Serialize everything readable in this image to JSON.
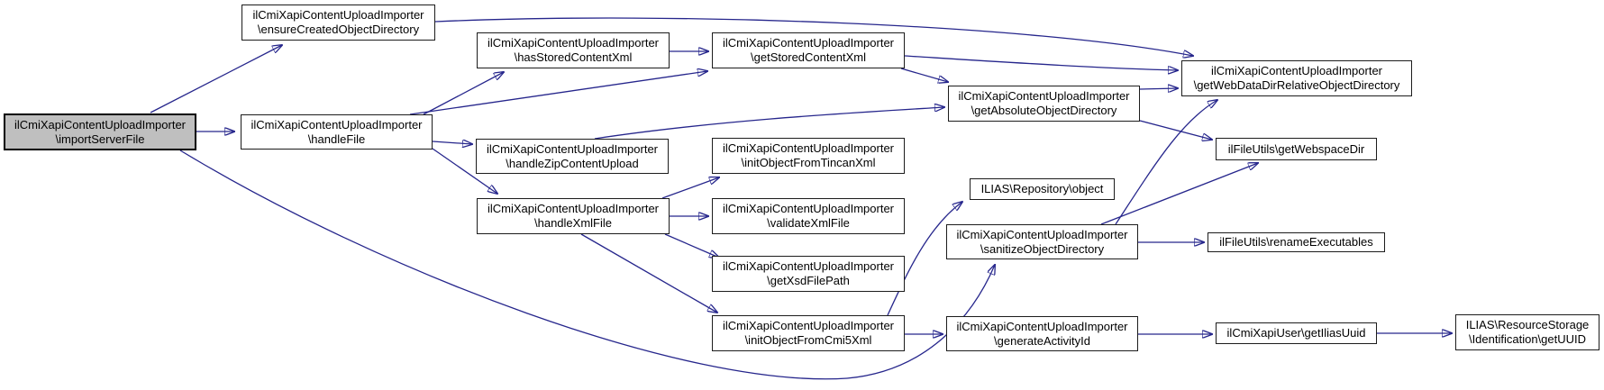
{
  "diagram": {
    "type": "call-graph",
    "background_color": "#ffffff",
    "edge_color": "#26268c",
    "node_fill": "#ffffff",
    "node_border_color": "#1c1c1c",
    "highlight_node_fill": "#bfbfbf",
    "nodes": [
      {
        "id": "importServerFile",
        "label": "ilCmiXapiContentUploadImporter\n\\importServerFile",
        "highlight": true
      },
      {
        "id": "ensureCreatedObjectDirectory",
        "label": "ilCmiXapiContentUploadImporter\n\\ensureCreatedObjectDirectory"
      },
      {
        "id": "handleFile",
        "label": "ilCmiXapiContentUploadImporter\n\\handleFile"
      },
      {
        "id": "hasStoredContentXml",
        "label": "ilCmiXapiContentUploadImporter\n\\hasStoredContentXml"
      },
      {
        "id": "handleZipContentUpload",
        "label": "ilCmiXapiContentUploadImporter\n\\handleZipContentUpload"
      },
      {
        "id": "handleXmlFile",
        "label": "ilCmiXapiContentUploadImporter\n\\handleXmlFile"
      },
      {
        "id": "getStoredContentXml",
        "label": "ilCmiXapiContentUploadImporter\n\\getStoredContentXml"
      },
      {
        "id": "initObjectFromTincanXml",
        "label": "ilCmiXapiContentUploadImporter\n\\initObjectFromTincanXml"
      },
      {
        "id": "validateXmlFile",
        "label": "ilCmiXapiContentUploadImporter\n\\validateXmlFile"
      },
      {
        "id": "getXsdFilePath",
        "label": "ilCmiXapiContentUploadImporter\n\\getXsdFilePath"
      },
      {
        "id": "initObjectFromCmi5Xml",
        "label": "ilCmiXapiContentUploadImporter\n\\initObjectFromCmi5Xml"
      },
      {
        "id": "getAbsoluteObjectDirectory",
        "label": "ilCmiXapiContentUploadImporter\n\\getAbsoluteObjectDirectory"
      },
      {
        "id": "repositoryObject",
        "label": "ILIAS\\Repository\\object"
      },
      {
        "id": "sanitizeObjectDirectory",
        "label": "ilCmiXapiContentUploadImporter\n\\sanitizeObjectDirectory"
      },
      {
        "id": "generateActivityId",
        "label": "ilCmiXapiContentUploadImporter\n\\generateActivityId"
      },
      {
        "id": "getWebDataDirRelativeObjectDirectory",
        "label": "ilCmiXapiContentUploadImporter\n\\getWebDataDirRelativeObjectDirectory"
      },
      {
        "id": "getWebspaceDir",
        "label": "ilFileUtils\\getWebspaceDir"
      },
      {
        "id": "renameExecutables",
        "label": "ilFileUtils\\renameExecutables"
      },
      {
        "id": "getIliasUuid",
        "label": "ilCmiXapiUser\\getIliasUuid"
      },
      {
        "id": "getUUID",
        "label": "ILIAS\\ResourceStorage\n\\Identification\\getUUID"
      }
    ],
    "edges": [
      {
        "from": "importServerFile",
        "to": "ensureCreatedObjectDirectory"
      },
      {
        "from": "importServerFile",
        "to": "handleFile"
      },
      {
        "from": "importServerFile",
        "to": "sanitizeObjectDirectory"
      },
      {
        "from": "ensureCreatedObjectDirectory",
        "to": "getWebDataDirRelativeObjectDirectory"
      },
      {
        "from": "handleFile",
        "to": "hasStoredContentXml"
      },
      {
        "from": "handleFile",
        "to": "getStoredContentXml"
      },
      {
        "from": "handleFile",
        "to": "handleZipContentUpload"
      },
      {
        "from": "handleFile",
        "to": "handleXmlFile"
      },
      {
        "from": "handleZipContentUpload",
        "to": "getAbsoluteObjectDirectory"
      },
      {
        "from": "hasStoredContentXml",
        "to": "getStoredContentXml"
      },
      {
        "from": "getStoredContentXml",
        "to": "getWebDataDirRelativeObjectDirectory"
      },
      {
        "from": "getStoredContentXml",
        "to": "getAbsoluteObjectDirectory"
      },
      {
        "from": "handleXmlFile",
        "to": "initObjectFromTincanXml"
      },
      {
        "from": "handleXmlFile",
        "to": "validateXmlFile"
      },
      {
        "from": "handleXmlFile",
        "to": "getXsdFilePath"
      },
      {
        "from": "handleXmlFile",
        "to": "initObjectFromCmi5Xml"
      },
      {
        "from": "initObjectFromCmi5Xml",
        "to": "generateActivityId"
      },
      {
        "from": "initObjectFromCmi5Xml",
        "to": "repositoryObject"
      },
      {
        "from": "sanitizeObjectDirectory",
        "to": "getWebDataDirRelativeObjectDirectory"
      },
      {
        "from": "sanitizeObjectDirectory",
        "to": "getWebspaceDir"
      },
      {
        "from": "sanitizeObjectDirectory",
        "to": "renameExecutables"
      },
      {
        "from": "getAbsoluteObjectDirectory",
        "to": "getWebDataDirRelativeObjectDirectory"
      },
      {
        "from": "getAbsoluteObjectDirectory",
        "to": "getWebspaceDir"
      },
      {
        "from": "generateActivityId",
        "to": "getIliasUuid"
      },
      {
        "from": "getIliasUuid",
        "to": "getUUID"
      }
    ]
  }
}
